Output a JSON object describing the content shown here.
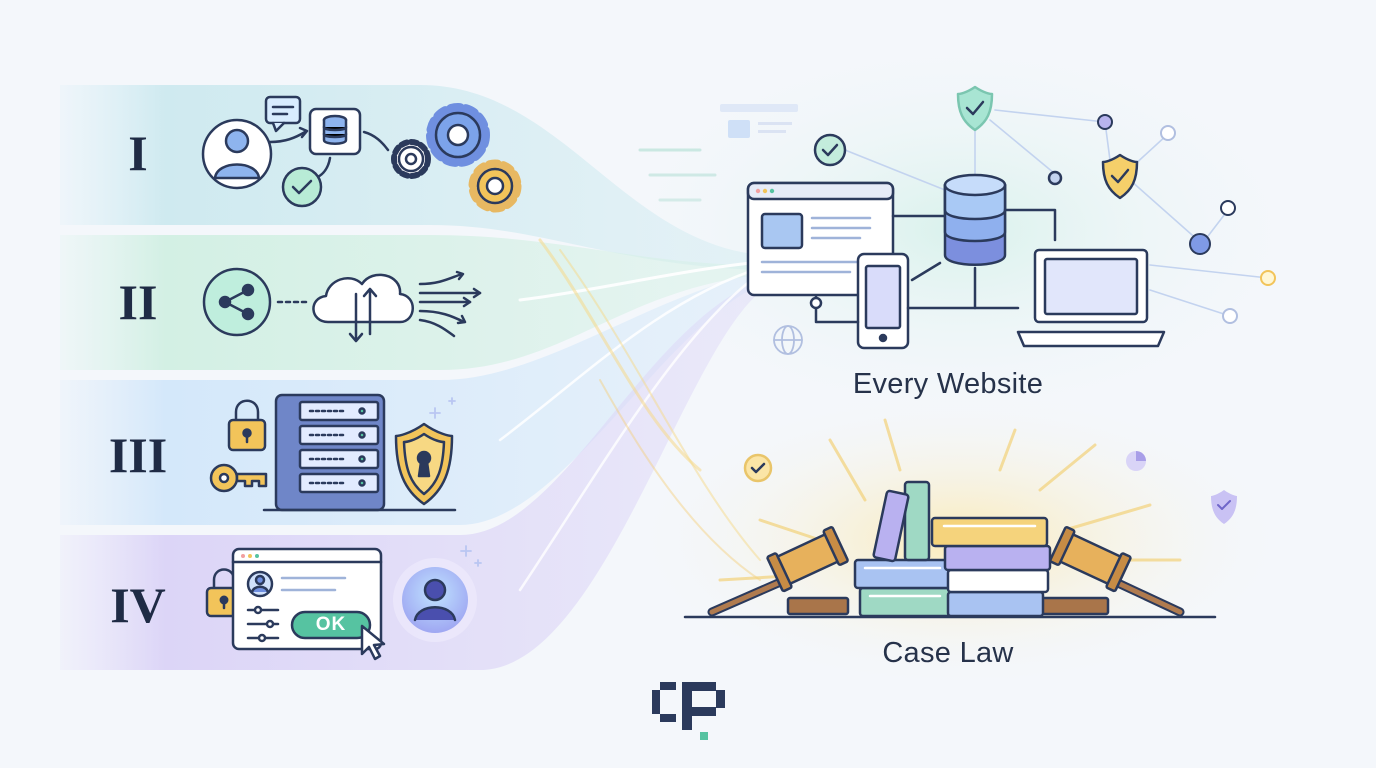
{
  "sections": [
    {
      "numeral": "I"
    },
    {
      "numeral": "II"
    },
    {
      "numeral": "III"
    },
    {
      "numeral": "IV"
    }
  ],
  "section_iv": {
    "ok_button_label": "OK"
  },
  "right": {
    "top_caption": "Every Website",
    "bottom_caption": "Case Law"
  },
  "colors": {
    "band_1": "#cdeaf0",
    "band_2": "#d5f1e6",
    "band_3": "#d6e9fb",
    "band_4": "#ddd8f8",
    "accent_teal": "#56c3a1",
    "accent_blue": "#6f8fe0",
    "accent_gold": "#f2c45a",
    "accent_purple": "#9a8fe8",
    "ink": "#2b3a5c"
  },
  "icons": {
    "section_1": [
      "user-avatar-icon",
      "chat-bubble-icon",
      "database-icon",
      "checkmark-icon",
      "gear-icon"
    ],
    "section_2": [
      "share-icon",
      "cloud-sync-icon",
      "arrows-fan-icon"
    ],
    "section_3": [
      "padlock-icon",
      "key-icon",
      "server-rack-icon",
      "keyhole-shield-icon"
    ],
    "section_4": [
      "padlock-icon",
      "login-window-icon",
      "cursor-icon",
      "user-silhouette-icon"
    ],
    "top_right": [
      "browser-window-icon",
      "database-icon",
      "phone-icon",
      "laptop-icon",
      "globe-icon",
      "shield-check-icon"
    ],
    "bottom_right": [
      "gavel-icon",
      "book-stack-icon",
      "check-badge-icon"
    ],
    "logo": "cp-logo"
  }
}
